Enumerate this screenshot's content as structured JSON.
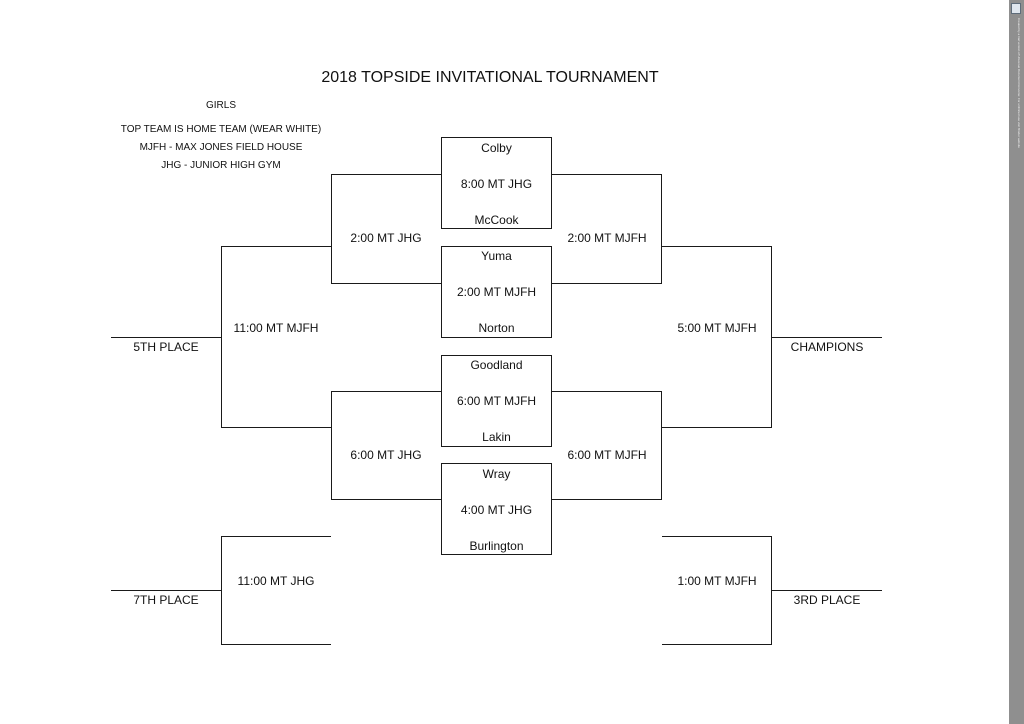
{
  "title": "2018 TOPSIDE INVITATIONAL TOURNAMENT",
  "notes": {
    "division": "GIRLS",
    "home_rule": "TOP TEAM IS HOME TEAM (WEAR WHITE)",
    "mjfh": "MJFH - MAX JONES FIELD HOUSE",
    "jhg": "JHG - JUNIOR HIGH GYM"
  },
  "first_round": [
    {
      "top": "Colby",
      "time": "8:00 MT JHG",
      "bottom": "McCook"
    },
    {
      "top": "Yuma",
      "time": "2:00 MT MJFH",
      "bottom": "Norton"
    },
    {
      "top": "Goodland",
      "time": "6:00 MT MJFH",
      "bottom": "Lakin"
    },
    {
      "top": "Wray",
      "time": "4:00 MT JHG",
      "bottom": "Burlington"
    }
  ],
  "consolation": {
    "semi_top": "2:00 MT JHG",
    "semi_bottom": "6:00 MT JHG",
    "final": "11:00 MT MJFH",
    "final_label": "5TH PLACE",
    "seventh": "11:00 MT JHG",
    "seventh_label": "7TH PLACE"
  },
  "championship": {
    "semi_top": "2:00 MT MJFH",
    "semi_bottom": "6:00 MT MJFH",
    "final": "5:00 MT MJFH",
    "final_label": "CHAMPIONS",
    "third": "1:00 MT MJFH",
    "third_label": "3RD PLACE"
  },
  "sidebar": {
    "text": "Created by a trial version of Universal Document Converter. For unlimited use visit fCoder website"
  }
}
